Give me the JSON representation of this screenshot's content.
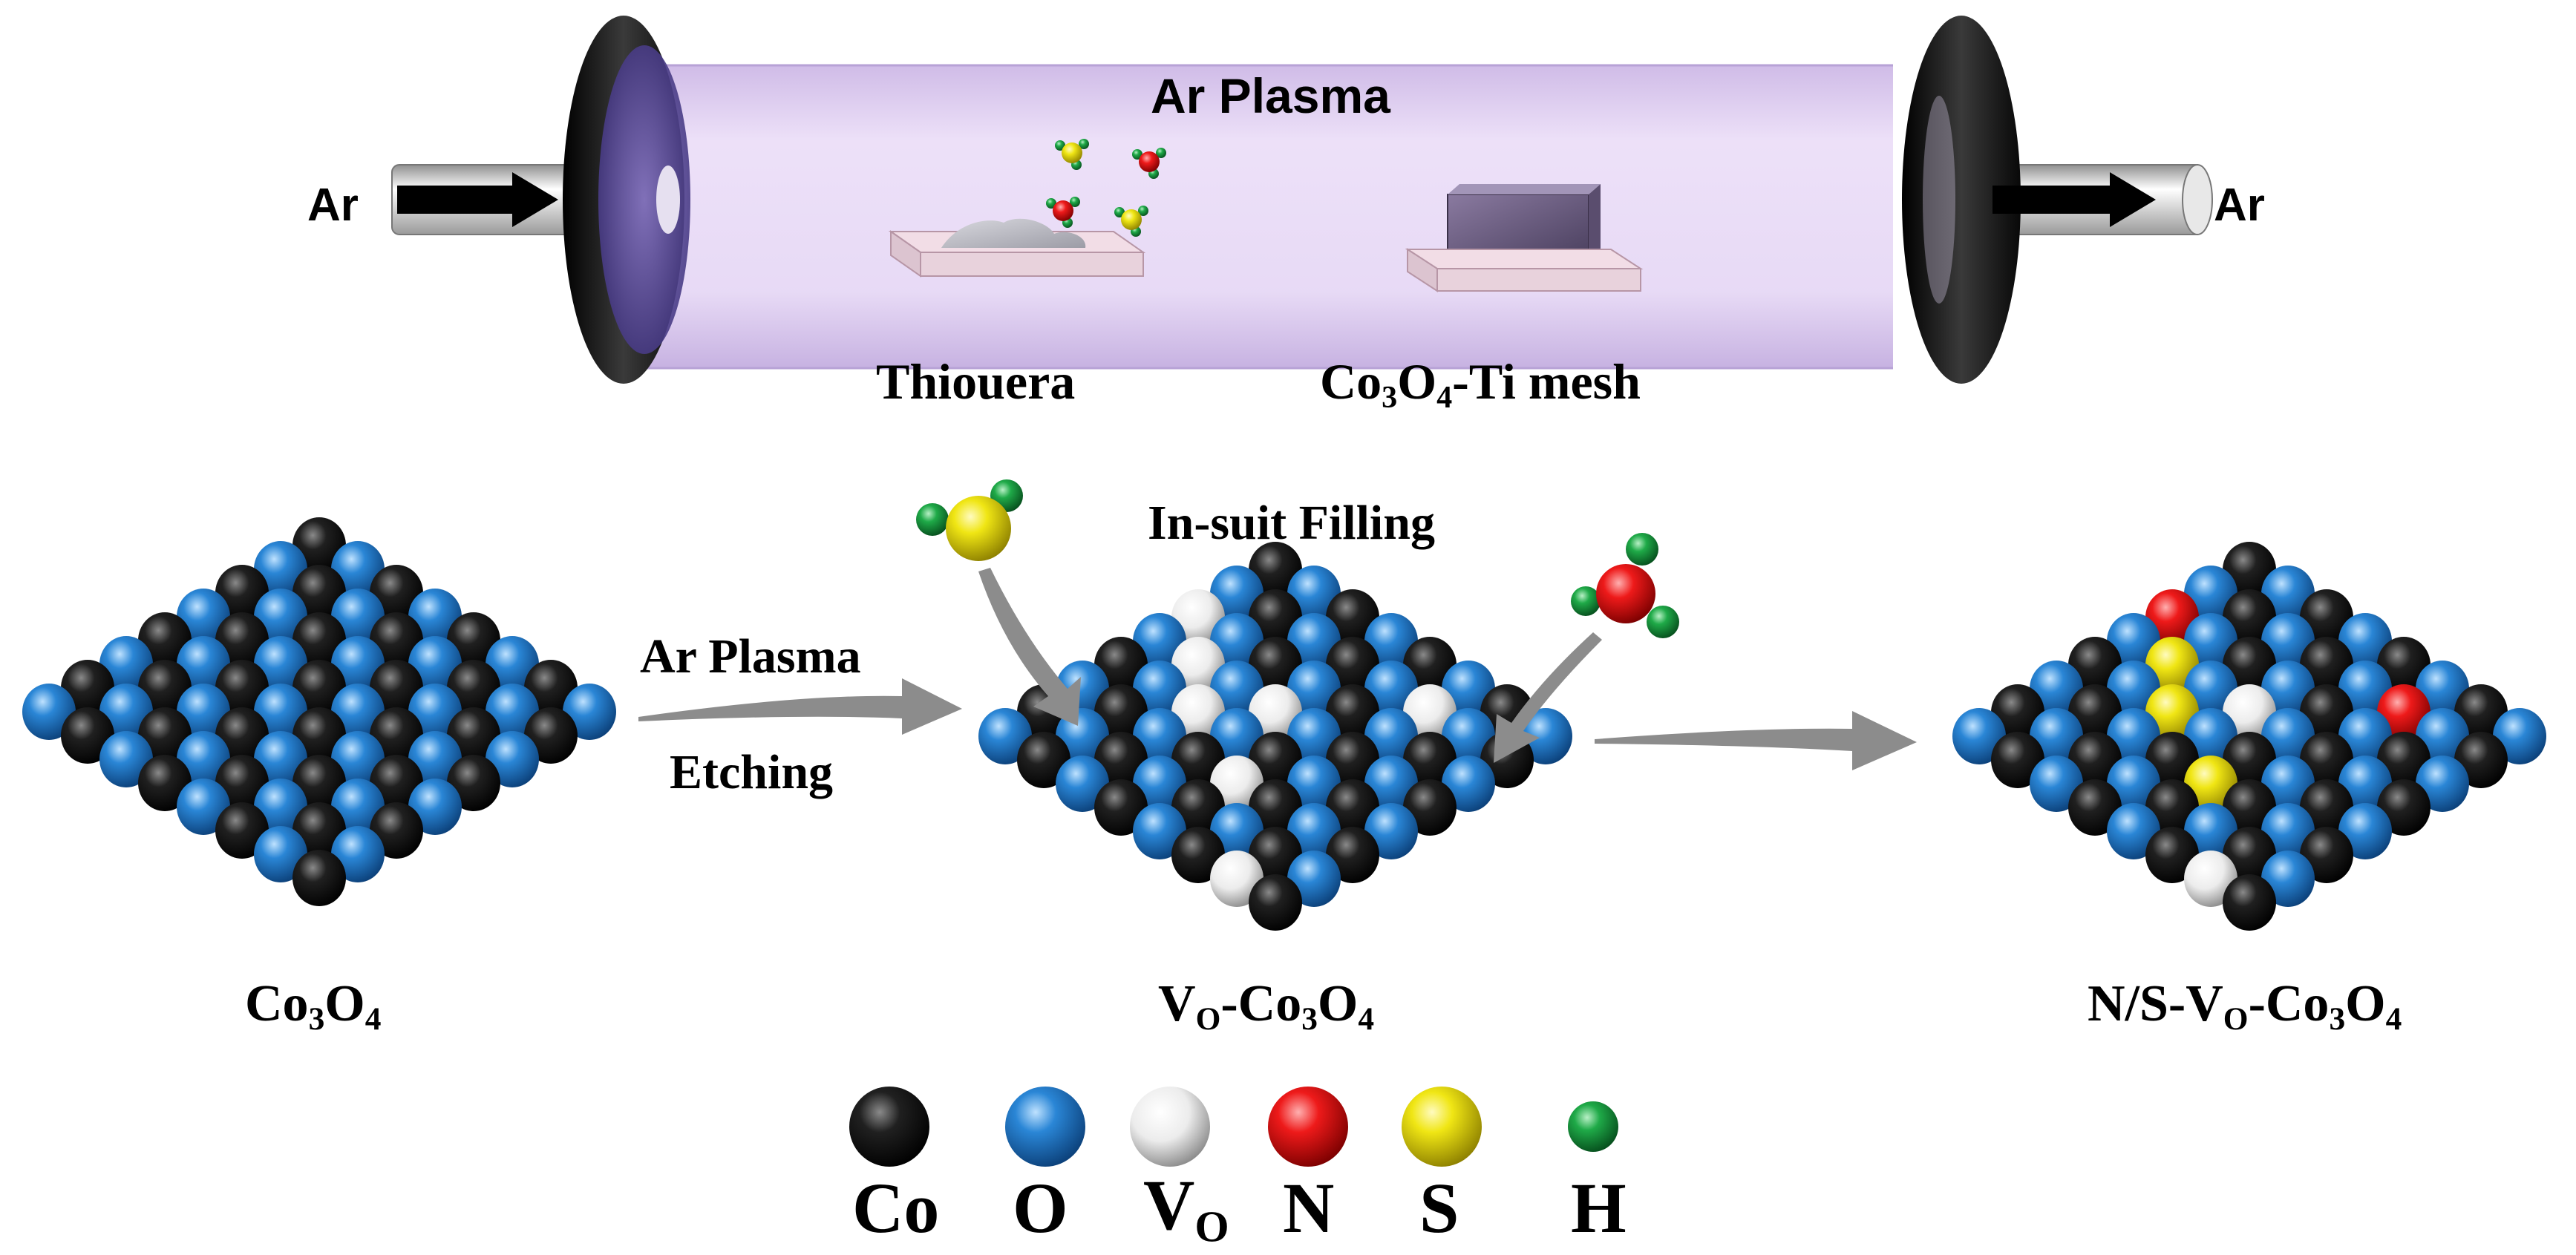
{
  "reactor": {
    "title": "Ar Plasma",
    "inlet_label": "Ar",
    "outlet_label": "Ar",
    "precursor_label": "Thiouera",
    "substrate_label": {
      "a": "Co",
      "s1": "3",
      "b": "O",
      "s2": "4",
      "c": "-Ti mesh"
    }
  },
  "process": {
    "step1_line1": "Ar Plasma",
    "step1_line2": "Etching",
    "step2": "In-suit Filling"
  },
  "lattices": [
    {
      "label": {
        "a": "Co",
        "s1": "3",
        "b": "O",
        "s2": "4"
      }
    },
    {
      "label": {
        "a": "V",
        "s0": "O",
        "b": "-Co",
        "s1": "3",
        "c": "O",
        "s2": "4"
      }
    },
    {
      "label": {
        "a": "N/S-V",
        "s0": "O",
        "b": "-Co",
        "s1": "3",
        "c": "O",
        "s2": "4"
      }
    }
  ],
  "legend": [
    {
      "key": "Co",
      "symbol": "Co",
      "color": "#0a0a0a"
    },
    {
      "key": "O",
      "symbol": "O",
      "color": "#1e78c8"
    },
    {
      "key": "VO",
      "symbol": "V",
      "sub": "O",
      "color": "#e6e6e6"
    },
    {
      "key": "N",
      "symbol": "N",
      "color": "#e01010"
    },
    {
      "key": "S",
      "symbol": "S",
      "color": "#e8e010"
    },
    {
      "key": "H",
      "symbol": "H",
      "color": "#1a9a40"
    }
  ],
  "colors": {
    "Co": "#0a0a0a",
    "O": "#1e78c8",
    "VO": "#e6e6e6",
    "N": "#e01010",
    "S": "#e8e010",
    "H": "#1a9a40",
    "tube": "#e4d6f4",
    "flange": "#141414",
    "arrow": "#8c8c8c"
  }
}
